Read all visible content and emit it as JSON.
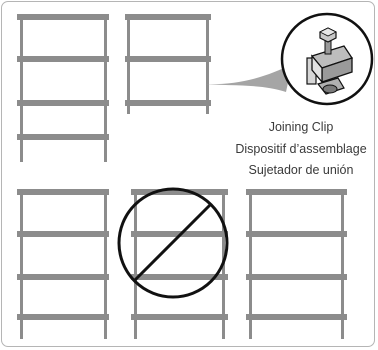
{
  "labels": {
    "english": "Joining Clip",
    "french": "Dispositif d’assemblage",
    "spanish": "Sujetador de unión"
  },
  "icons": {
    "clip_detail": "joining-clip-icon",
    "prohibited": "no-symbol-icon"
  },
  "colors": {
    "shelf_gray": "#8c8c8c",
    "line_dark": "#111111",
    "border": "#b5b5b5"
  }
}
